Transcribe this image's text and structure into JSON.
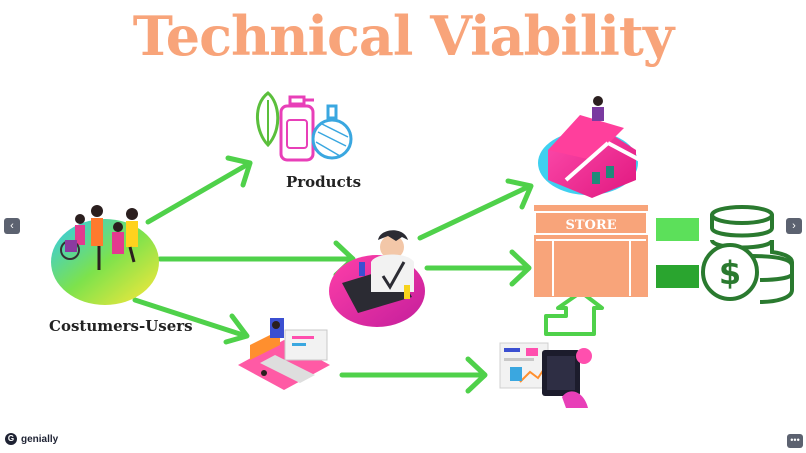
{
  "title": "Technical Viability",
  "labels": {
    "products": "Products",
    "users": "Costumers-Users",
    "store": "STORE"
  },
  "icons": {
    "currency_symbol": "$",
    "prev": "‹",
    "next": "›",
    "more": "•••",
    "brand_logo": "G"
  },
  "brand": "genially",
  "colors": {
    "title": "#f8a47a",
    "arrow": "#4fd14a",
    "store": "#f8a47a",
    "money": "#2a7a2f",
    "bar_light": "#5ce05a",
    "bar_dark": "#2aa52f"
  }
}
